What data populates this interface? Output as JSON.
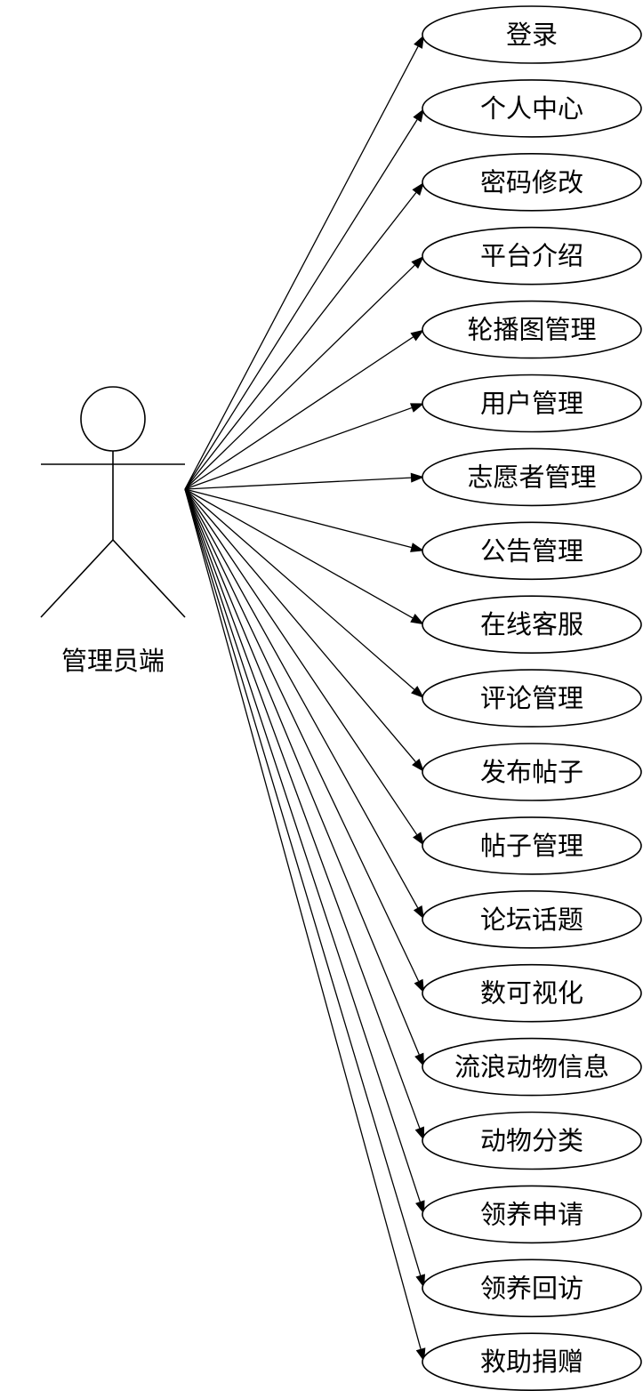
{
  "actor": {
    "label": "管理员端"
  },
  "use_cases": [
    {
      "label": "登录"
    },
    {
      "label": "个人中心"
    },
    {
      "label": "密码修改"
    },
    {
      "label": "平台介绍"
    },
    {
      "label": "轮播图管理"
    },
    {
      "label": "用户管理"
    },
    {
      "label": "志愿者管理"
    },
    {
      "label": "公告管理"
    },
    {
      "label": "在线客服"
    },
    {
      "label": "评论管理"
    },
    {
      "label": "发布帖子"
    },
    {
      "label": "帖子管理"
    },
    {
      "label": "论坛话题"
    },
    {
      "label": "数可视化"
    },
    {
      "label": "流浪动物信息"
    },
    {
      "label": "动物分类"
    },
    {
      "label": "领养申请"
    },
    {
      "label": "领养回访"
    },
    {
      "label": "救助捐赠"
    }
  ]
}
